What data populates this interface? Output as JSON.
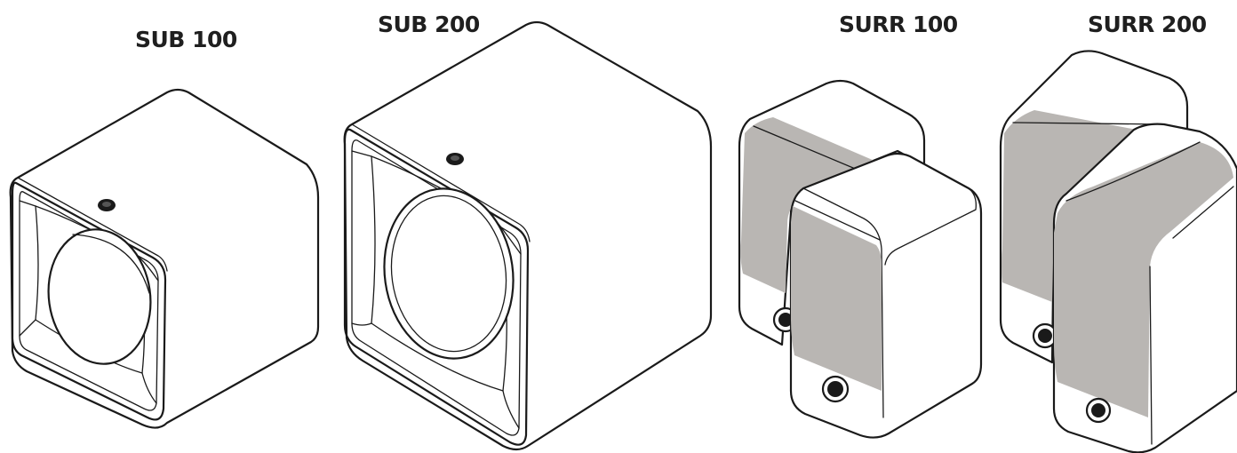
{
  "products": [
    {
      "id": "sub100",
      "label": "SUB 100",
      "icon": "subwoofer-small-icon"
    },
    {
      "id": "sub200",
      "label": "SUB 200",
      "icon": "subwoofer-large-icon"
    },
    {
      "id": "surr100",
      "label": "SURR 100",
      "icon": "surround-speaker-pair-small-icon"
    },
    {
      "id": "surr200",
      "label": "SURR 200",
      "icon": "surround-speaker-pair-large-icon"
    }
  ],
  "colors": {
    "line": "#1a1a1a",
    "grille": "#b9b6b3",
    "background": "#ffffff"
  }
}
